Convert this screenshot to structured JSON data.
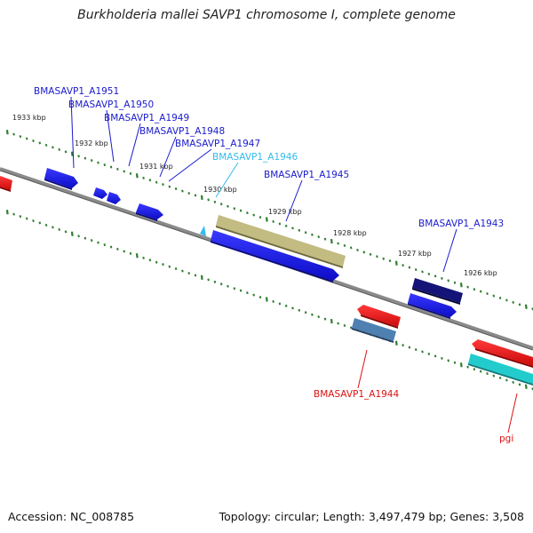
{
  "title": "Burkholderia mallei SAVP1 chromosome I, complete genome",
  "footer": {
    "accession": "Accession: NC_008785",
    "info": "Topology: circular; Length: 3,497,479 bp; Genes: 3,508"
  },
  "colors": {
    "backbone": "#7a7a7a",
    "tick": "#2e7d2e",
    "label_blue": "#1a1acc",
    "label_cyan": "#33bbee",
    "label_red": "#dd1111",
    "gene_blue": "#1a1aee",
    "gene_navy": "#101070",
    "gene_khaki": "#b9b27a",
    "gene_steel": "#4f7fb0",
    "gene_red": "#ee1111",
    "gene_cyan": "#22cccc"
  },
  "ticks": {
    "labels": [
      "1933 kbp",
      "1932 kbp",
      "1931 kbp",
      "1930 kbp",
      "1929 kbp",
      "1928 kbp",
      "1927 kbp",
      "1926 kbp"
    ]
  },
  "genes": [
    {
      "name": "BMASAVP1_A1951",
      "color": "blue",
      "strand": "forward"
    },
    {
      "name": "BMASAVP1_A1950",
      "color": "blue",
      "strand": "forward"
    },
    {
      "name": "BMASAVP1_A1949",
      "color": "blue",
      "strand": "forward"
    },
    {
      "name": "BMASAVP1_A1948",
      "color": "blue",
      "strand": "forward"
    },
    {
      "name": "BMASAVP1_A1947",
      "color": "blue",
      "strand": "forward"
    },
    {
      "name": "BMASAVP1_A1946",
      "color": "cyan",
      "strand": "forward"
    },
    {
      "name": "BMASAVP1_A1945",
      "color": "blue",
      "strand": "forward"
    },
    {
      "name": "BMASAVP1_A1943",
      "color": "blue",
      "strand": "forward"
    },
    {
      "name": "BMASAVP1_A1944",
      "color": "red",
      "strand": "reverse"
    },
    {
      "name": "pgi",
      "color": "red",
      "strand": "reverse"
    }
  ]
}
